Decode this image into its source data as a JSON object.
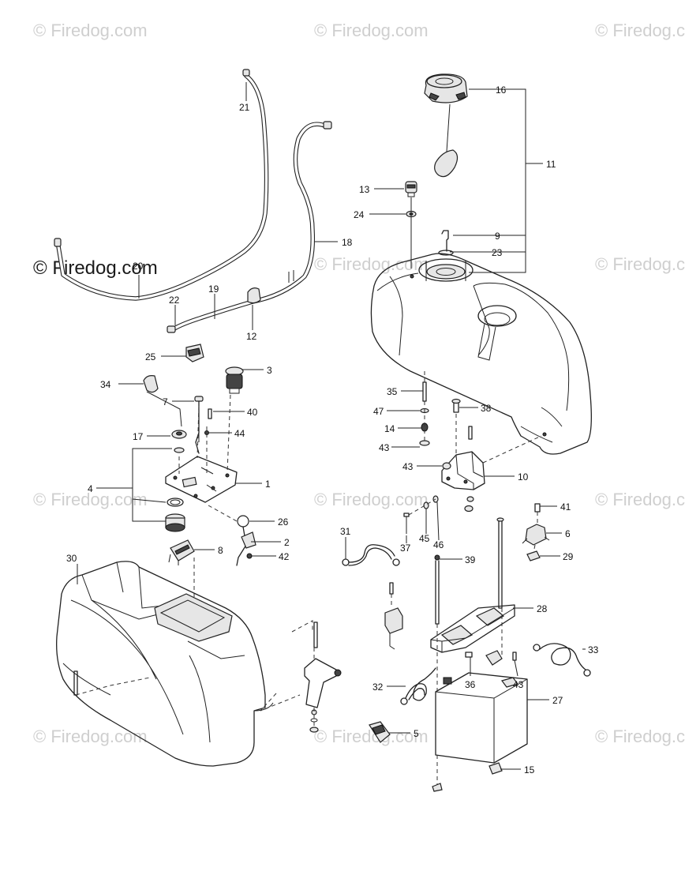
{
  "watermark": {
    "main": "© Firedog.com",
    "faint": "© Firedog.com"
  },
  "callouts": [
    {
      "id": "c16",
      "text": "16"
    },
    {
      "id": "c11",
      "text": "11"
    },
    {
      "id": "c13",
      "text": "13"
    },
    {
      "id": "c24",
      "text": "24"
    },
    {
      "id": "c9",
      "text": "9"
    },
    {
      "id": "c23",
      "text": "23"
    },
    {
      "id": "c21",
      "text": "21"
    },
    {
      "id": "c18",
      "text": "18"
    },
    {
      "id": "c20",
      "text": "20"
    },
    {
      "id": "c22",
      "text": "22"
    },
    {
      "id": "c19",
      "text": "19"
    },
    {
      "id": "c12",
      "text": "12"
    },
    {
      "id": "c25",
      "text": "25"
    },
    {
      "id": "c3",
      "text": "3"
    },
    {
      "id": "c34",
      "text": "34"
    },
    {
      "id": "c7",
      "text": "7"
    },
    {
      "id": "c40",
      "text": "40"
    },
    {
      "id": "c17",
      "text": "17"
    },
    {
      "id": "c44",
      "text": "44"
    },
    {
      "id": "c4",
      "text": "4"
    },
    {
      "id": "c1",
      "text": "1"
    },
    {
      "id": "c26",
      "text": "26"
    },
    {
      "id": "c2",
      "text": "2"
    },
    {
      "id": "c8",
      "text": "8"
    },
    {
      "id": "c42",
      "text": "42"
    },
    {
      "id": "c30",
      "text": "30"
    },
    {
      "id": "c35",
      "text": "35"
    },
    {
      "id": "c47",
      "text": "47"
    },
    {
      "id": "c38",
      "text": "38"
    },
    {
      "id": "c14",
      "text": "14"
    },
    {
      "id": "c43a",
      "text": "43"
    },
    {
      "id": "c43b",
      "text": "43"
    },
    {
      "id": "c10",
      "text": "10"
    },
    {
      "id": "c41",
      "text": "41"
    },
    {
      "id": "c6",
      "text": "6"
    },
    {
      "id": "c29",
      "text": "29"
    },
    {
      "id": "c31",
      "text": "31"
    },
    {
      "id": "c37",
      "text": "37"
    },
    {
      "id": "c45",
      "text": "45"
    },
    {
      "id": "c46",
      "text": "46"
    },
    {
      "id": "c39",
      "text": "39"
    },
    {
      "id": "c28",
      "text": "28"
    },
    {
      "id": "c33",
      "text": "33"
    },
    {
      "id": "c32",
      "text": "32"
    },
    {
      "id": "c36",
      "text": "36"
    },
    {
      "id": "c43c",
      "text": "43"
    },
    {
      "id": "c27",
      "text": "27"
    },
    {
      "id": "c5",
      "text": "5"
    },
    {
      "id": "c15",
      "text": "15"
    }
  ]
}
